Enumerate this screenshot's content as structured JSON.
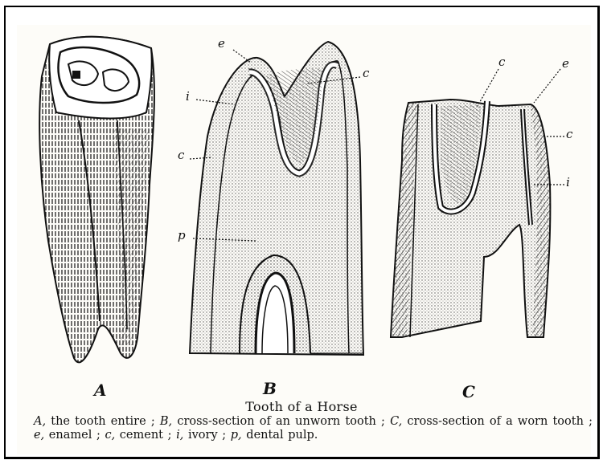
{
  "figure": {
    "title": "Tooth of a Horse",
    "panel_labels": {
      "a": "A",
      "b": "B",
      "c": "C"
    },
    "part_labels": {
      "b_e": "e",
      "b_c_top": "c",
      "b_i": "i",
      "b_c_side": "c",
      "b_p": "p",
      "c_c_top": "c",
      "c_e": "e",
      "c_c_side": "c",
      "c_i": "i"
    },
    "caption": {
      "k1": "A,",
      "t1": " the tooth entire ; ",
      "k2": "B,",
      "t2": " cross-section of an unworn tooth ; ",
      "k3": "C,",
      "t3": " cross-section of a worn tooth ; ",
      "k4": "e,",
      "t4": " enamel ; ",
      "k5": "c,",
      "t5": " cement ; ",
      "k6": "i,",
      "t6": " ivory ; ",
      "k7": "p,",
      "t7": " dental pulp."
    }
  }
}
